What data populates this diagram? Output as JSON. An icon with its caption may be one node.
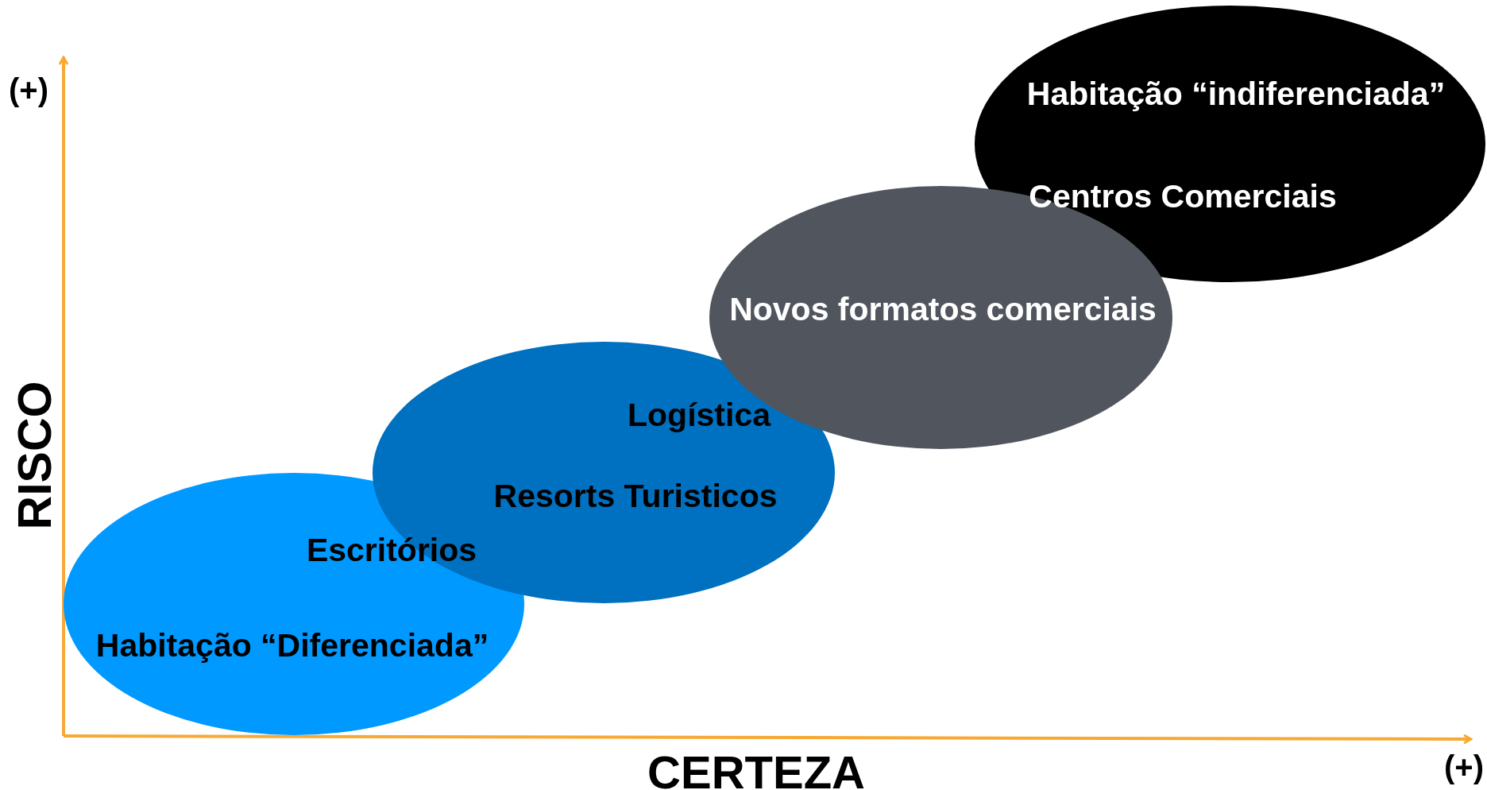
{
  "diagram": {
    "nodes": [
      {
        "text": [
          "Habitação “indiferenciada”",
          "Centros Comerciais"
        ]
      },
      {
        "text": [
          "Novos formatos comerciais"
        ]
      },
      {
        "text": [
          "Logística",
          "Resorts Turisticos"
        ]
      },
      {
        "text": [
          "Escritórios",
          "Habitação “Diferenciada”"
        ]
      }
    ],
    "edges": [],
    "labels": [
      "(+)",
      "RISCO",
      "CERTEZA",
      "(+)"
    ]
  }
}
